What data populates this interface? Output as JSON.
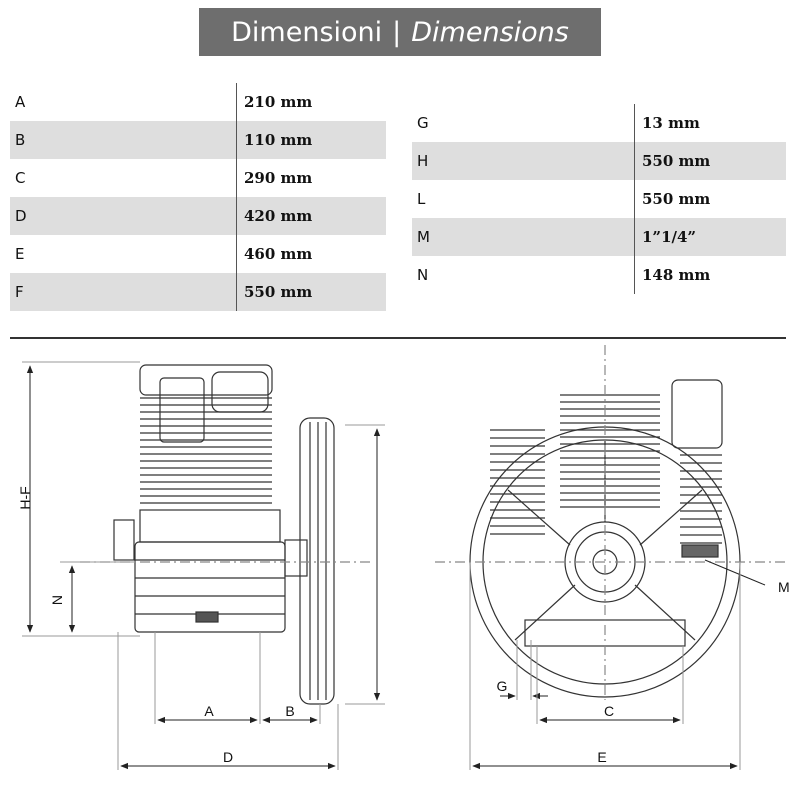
{
  "title": {
    "it": "Dimensioni",
    "separator": "|",
    "en": "Dimensions"
  },
  "table_left": [
    {
      "key": "A",
      "value": "210 mm",
      "shaded": false
    },
    {
      "key": "B",
      "value": "110 mm",
      "shaded": true
    },
    {
      "key": "C",
      "value": "290 mm",
      "shaded": false
    },
    {
      "key": "D",
      "value": "420 mm",
      "shaded": true
    },
    {
      "key": "E",
      "value": "460 mm",
      "shaded": false
    },
    {
      "key": "F",
      "value": "550 mm",
      "shaded": true
    }
  ],
  "table_right": [
    {
      "key": "G",
      "value": "13 mm",
      "shaded": false
    },
    {
      "key": "H",
      "value": "550 mm",
      "shaded": true
    },
    {
      "key": "L",
      "value": "550 mm",
      "shaded": false
    },
    {
      "key": "M",
      "value": "1”1/4”",
      "shaded": true
    },
    {
      "key": "N",
      "value": "148 mm",
      "shaded": false
    }
  ],
  "drawing_labels": {
    "hf": "H-F",
    "n": "N",
    "a": "A",
    "b": "B",
    "d": "D",
    "g": "G",
    "c": "C",
    "e": "E",
    "m": "M"
  },
  "colors": {
    "title_bg": "#6e6e6e",
    "row_shade": "#dedede",
    "line": "#333333"
  }
}
